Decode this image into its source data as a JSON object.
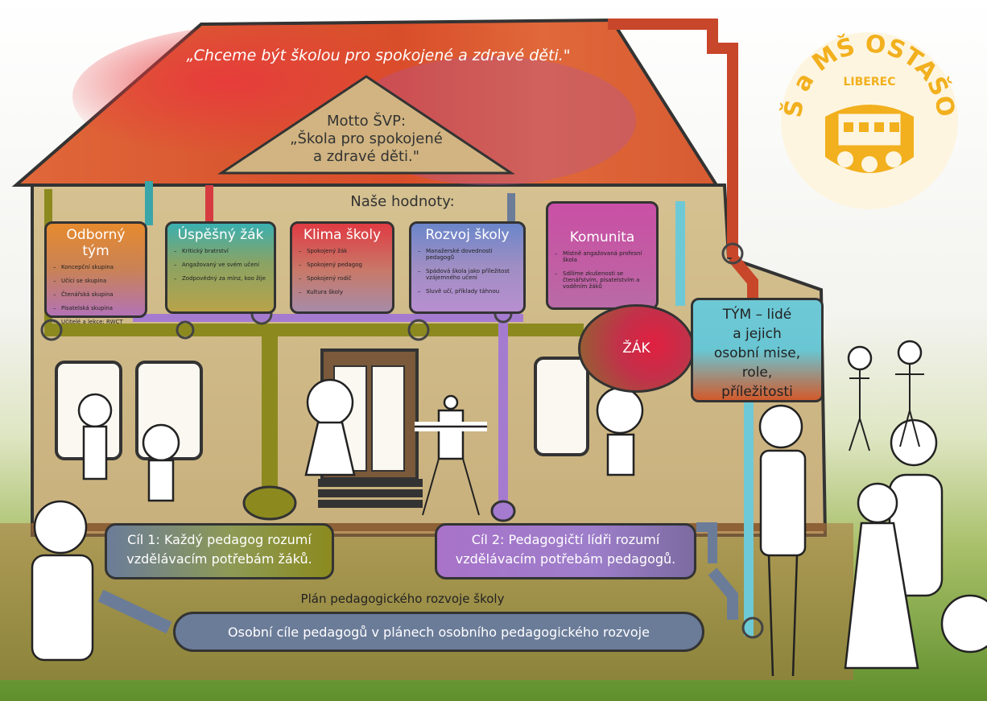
{
  "roof_slogan": "„Chceme být školou pro spokojené a zdravé děti.\"",
  "motto": {
    "line1": "Motto ŠVP:",
    "line2": "„Škola pro spokojené",
    "line3": "a zdravé děti.\""
  },
  "values_title": "Naše hodnoty:",
  "values": [
    {
      "title": "Odborný tým",
      "color": "#e68a2e",
      "items": [
        "Koncepční skupina",
        "Učíci se skupina",
        "Čtenářská skupina",
        "Pisatelská skupina",
        "Učitelé a lekce: RWCT"
      ]
    },
    {
      "title": "Úspěšný žák",
      "color": "#b8a34a",
      "items": [
        "Kritický bratrství",
        "Angažovaný ve svém učení",
        "Zodpovědný za mínz, koo žije"
      ]
    },
    {
      "title": "Klima školy",
      "color": "#d94c4c",
      "items": [
        "Spokojený žák",
        "Spokojený pedagog",
        "Spokojený rodič",
        "Kultura školy"
      ]
    },
    {
      "title": "Rozvoj školy",
      "color": "#9a7fc9",
      "items": [
        "Manažerské dovednosti pedagogů",
        "Spádová škola jako příležitost vzájemného učení",
        "Sluvě učí, příklady táhnou"
      ]
    },
    {
      "title": "Komunita",
      "color": "#c950a6",
      "items": [
        "Místně angažovaná profesní škola",
        "Sdílíme zkušenosti se čtenářstvím, pisatelstvím a voděním žáků"
      ]
    }
  ],
  "zak_label": "ŽÁK",
  "tym": {
    "line1": "TÝM – lidé",
    "line2": "a jejich",
    "line3": "osobní mise,",
    "line4": "role,",
    "line5": "příležitosti"
  },
  "goal1": {
    "line1": "Cíl 1: Každý pedagog rozumí",
    "line2": "vzdělávacím potřebám žáků."
  },
  "goal2": {
    "line1": "Cíl 2: Pedagogičtí lídři rozumí",
    "line2": "vzdělávacím potřebám pedagogů."
  },
  "plan_title": "Plán pedagogického rozvoje školy",
  "bottom_goal": "Osobní cíle pedagogů v plánech osobního pedagogického rozvoje",
  "logo": {
    "title": "ZŠ a MŠ OSTAŠOV",
    "subtitle": "LIBEREC",
    "color": "#f2b01e"
  }
}
